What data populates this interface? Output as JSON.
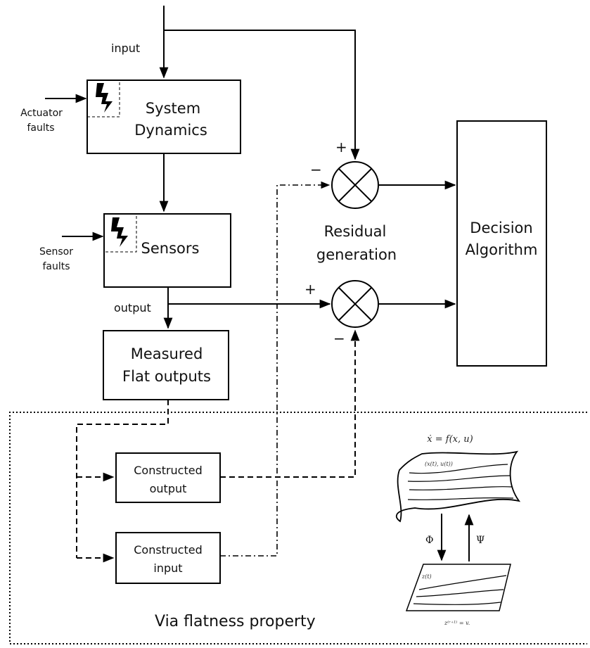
{
  "labels": {
    "input": "input",
    "actuator_faults_1": "Actuator",
    "actuator_faults_2": "faults",
    "sensor_faults_1": "Sensor",
    "sensor_faults_2": "faults",
    "output": "output",
    "residual_1": "Residual",
    "residual_2": "generation",
    "via_flatness": "Via flatness property"
  },
  "blocks": {
    "system_dynamics_1": "System",
    "system_dynamics_2": "Dynamics",
    "sensors": "Sensors",
    "measured_1": "Measured",
    "measured_2": "Flat outputs",
    "decision_1": "Decision",
    "decision_2": "Algorithm",
    "constructed_output_1": "Constructed",
    "constructed_output_2": "output",
    "constructed_input_1": "Constructed",
    "constructed_input_2": "input"
  },
  "signs": {
    "top_plus": "+",
    "top_minus": "−",
    "bottom_plus": "+",
    "bottom_minus": "−"
  },
  "math": {
    "top_equation": "ẋ = f(x, u)",
    "curve_label": "(x(t), u(t))",
    "bottom_curve_label": "z(t)",
    "phi": "Φ",
    "psi": "Ψ",
    "bottom_equation": "z⁽ʳ⁺¹⁾ = v."
  }
}
